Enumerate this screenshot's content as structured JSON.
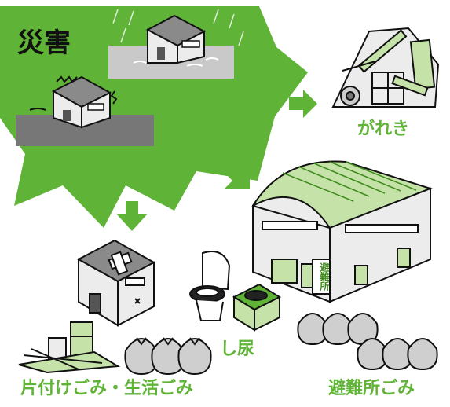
{
  "labels": {
    "disaster": "災害",
    "debris": "がれき",
    "household_waste": "片付けごみ・生活ごみ",
    "human_waste": "し尿",
    "shelter_waste": "避難所ごみ",
    "shelter_sign": "避難所"
  },
  "colors": {
    "accent_green": "#5fb336",
    "light_green": "#c5e3a8",
    "dark_outline": "#111111",
    "wall_gray": "#ececec",
    "roof_gray": "#8a8a8a",
    "bag_gray": "#cfcfcf"
  }
}
